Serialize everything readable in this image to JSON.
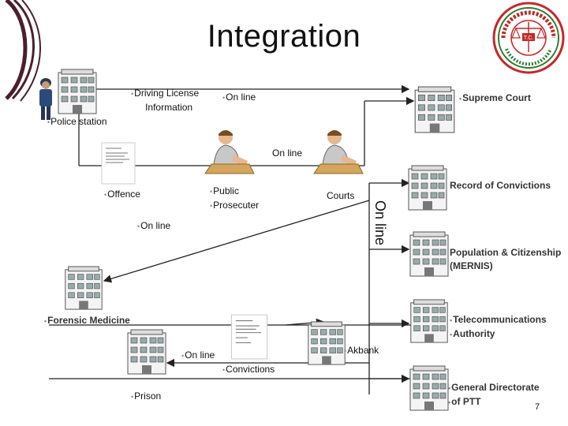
{
  "title": "Integration",
  "labels": {
    "driving_license_1": "Driving License",
    "driving_license_2": "Information",
    "online_top": "On line",
    "supreme_court": "Supreme Court",
    "police_station": "Police station",
    "online_mid": "On line",
    "offence": "Offence",
    "public_1": "Public",
    "public_2": "Prosecuter",
    "courts": "Courts",
    "record_convictions": "Record of Convictions",
    "online_left": "On line",
    "online_vertical": "On line",
    "population_1": "Population & Citizenship",
    "population_2": "(MERNIS)",
    "forensic": "Forensic Medicine",
    "telecom_1": "Telecommunications",
    "telecom_2": "Authority",
    "online_bottom": "On line",
    "convictions": "Convictions",
    "akbank": "Akbank",
    "prison": "Prison",
    "ptt_1": "General Directorate",
    "ptt_2": "of PTT"
  },
  "seal": {
    "top_text": "ADALET BAKANLIĞI",
    "center_text": "T.C."
  },
  "page_number": "7",
  "colors": {
    "seal_red": "#c62828",
    "seal_green": "#2e7d32",
    "line": "#222222",
    "swoosh": "#4a1f2e"
  }
}
